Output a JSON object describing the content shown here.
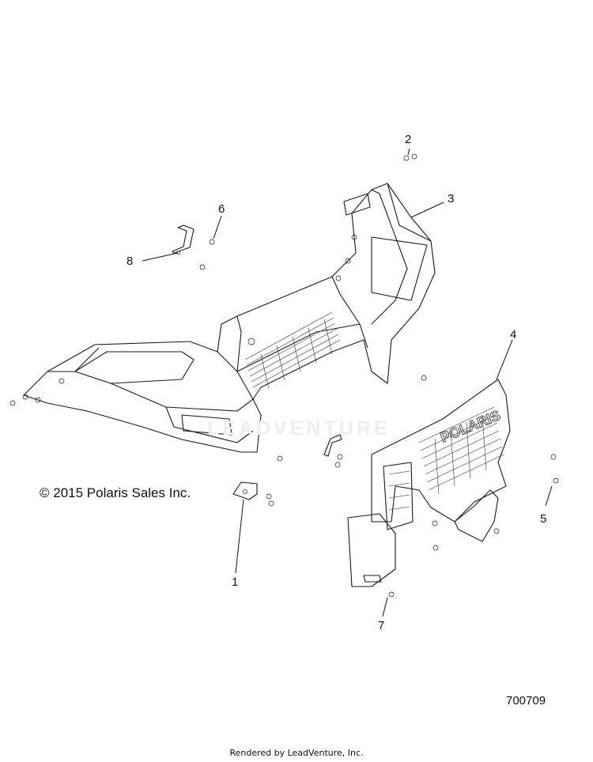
{
  "copyright": "© 2015 Polaris Sales Inc.",
  "diagram_id": "700709",
  "rendered_by": "Rendered by LeadVenture, Inc.",
  "watermark": "LEADVENTURE",
  "grille_logo": "POLARIS",
  "callouts": [
    {
      "id": "c1",
      "label": "1"
    },
    {
      "id": "c2",
      "label": "2"
    },
    {
      "id": "c3",
      "label": "3"
    },
    {
      "id": "c4",
      "label": "4"
    },
    {
      "id": "c5",
      "label": "5"
    },
    {
      "id": "c6",
      "label": "6"
    },
    {
      "id": "c7",
      "label": "7"
    },
    {
      "id": "c8",
      "label": "8"
    }
  ]
}
